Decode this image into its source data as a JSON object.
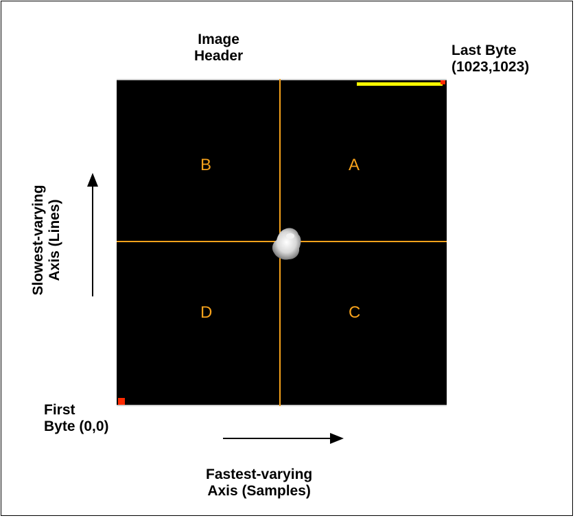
{
  "image_header_label": [
    "Image",
    "Header"
  ],
  "last_byte_label": [
    "Last Byte",
    "(1023,1023)"
  ],
  "first_byte_label": [
    "First",
    "Byte (0,0)"
  ],
  "slow_axis_label": [
    "Slowest-varying",
    "Axis (Lines)"
  ],
  "fast_axis_label": [
    "Fastest-varying",
    "Axis (Samples)"
  ],
  "quadrants": {
    "a": "A",
    "b": "B",
    "c": "C",
    "d": "D"
  },
  "colors": {
    "image_background": "#000000",
    "quadrant_lines": "#f7a21b",
    "header_bar": "#ffff00",
    "byte_markers": "#ff2a00"
  }
}
